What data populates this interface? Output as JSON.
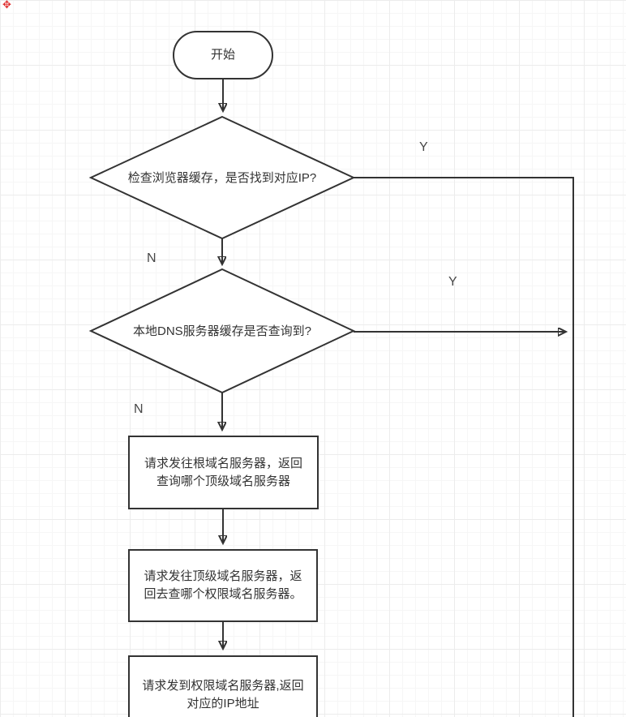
{
  "nodes": {
    "start": {
      "type": "terminator",
      "label": "开始"
    },
    "decision_browser_cache": {
      "type": "decision",
      "label": "检查浏览器缓存，是否找到对应IP?"
    },
    "decision_local_dns": {
      "type": "decision",
      "label": "本地DNS服务器缓存是否查询到?"
    },
    "process_root_server": {
      "type": "process",
      "label": "请求发往根域名服务器，返回查询哪个顶级域名服务器"
    },
    "process_tld_server": {
      "type": "process",
      "label": "请求发往顶级域名服务器，返回去查哪个权限域名服务器。"
    },
    "process_authoritative_server": {
      "type": "process",
      "label": "请求发到权限域名服务器,返回对应的IP地址"
    }
  },
  "edges": {
    "browser_cache_yes": {
      "label": "Y"
    },
    "browser_cache_no": {
      "label": "N"
    },
    "local_dns_yes": {
      "label": "Y"
    },
    "local_dns_no": {
      "label": "N"
    }
  },
  "icons": {
    "red_position_marker": "✥"
  },
  "colors": {
    "stroke": "#333333",
    "text": "#333333",
    "background": "#ffffff",
    "grid_minor": "#f6f6f6",
    "grid_major": "#ececec",
    "marker_red": "#e03131"
  }
}
